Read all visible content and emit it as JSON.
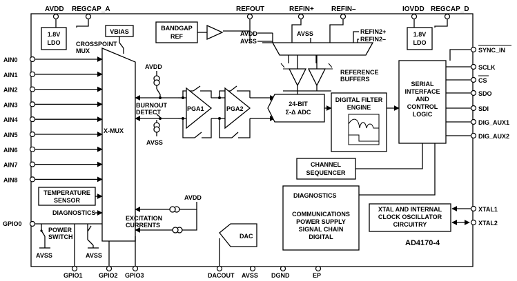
{
  "pins_top": {
    "avdd": "AVDD",
    "regcap_a": "REGCAP_A",
    "refout": "REFOUT",
    "refin_p": "REFIN+",
    "refin_m": "REFIN–",
    "iovdd": "IOVDD",
    "regcap_d": "REGCAP_D"
  },
  "pins_left": [
    "AIN0",
    "AIN1",
    "AIN2",
    "AIN3",
    "AIN4",
    "AIN5",
    "AIN6",
    "AIN7",
    "AIN8"
  ],
  "pin_gpio0": "GPIO0",
  "pins_bottom": {
    "gpio1": "GPIO1",
    "gpio2": "GPIO2",
    "gpio3": "GPIO3",
    "dacout": "DACOUT",
    "avss": "AVSS",
    "dgnd": "DGND",
    "ep": "EP"
  },
  "pins_right": {
    "sync_in": "SYNC_IN",
    "sclk": "SCLK",
    "cs": "CS",
    "sdo": "SDO",
    "sdi": "SDI",
    "dig_aux1": "DIG_AUX1",
    "dig_aux2": "DIG_AUX2",
    "xtal1": "XTAL1",
    "xtal2": "XTAL2"
  },
  "blocks": {
    "ldo_a": [
      "1.8V",
      "LDO"
    ],
    "ldo_d": [
      "1.8V",
      "LDO"
    ],
    "vbias": "VBIAS",
    "crosspoint_mux": [
      "CROSSPOINT",
      "MUX"
    ],
    "bandgap_ref": [
      "BANDGAP",
      "REF"
    ],
    "ref_mux_avdd": "AVDD",
    "ref_mux_avss": "AVSS",
    "ref_mux_avss2": "AVSS",
    "refin2_p": "REFIN2+",
    "refin2_m": "REFIN2–",
    "reference_buffers": [
      "REFERENCE",
      "BUFFERS"
    ],
    "burnout_avdd": "AVDD",
    "burnout_avss": "AVSS",
    "burnout_detect": [
      "BURNOUT",
      "DETECT"
    ],
    "pga1": "PGA1",
    "pga2": "PGA2",
    "adc": [
      "24-BIT",
      "Σ-Δ ADC"
    ],
    "digital_filter": [
      "DIGITAL FILTER",
      "ENGINE"
    ],
    "serial_interface": [
      "SERIAL",
      "INTERFACE",
      "AND",
      "CONTROL",
      "LOGIC"
    ],
    "xmux": "X-MUX",
    "temp_sensor": [
      "TEMPERATURE",
      "SENSOR"
    ],
    "diagnostics_left": "DIAGNOSTICS",
    "power_switch": [
      "POWER",
      "SWITCH"
    ],
    "avss_left": "AVSS",
    "avss_gpio1": "AVSS",
    "excitation": [
      "EXCITATION",
      "CURRENTS"
    ],
    "excitation_avdd": "AVDD",
    "channel_sequencer": [
      "CHANNEL",
      "SEQUENCER"
    ],
    "diagnostics_block": "DIAGNOSTICS",
    "diagnostics_list": [
      "COMMUNICATIONS",
      "POWER SUPPLY",
      "SIGNAL CHAIN",
      "DIGITAL"
    ],
    "dac": "DAC",
    "xtal": [
      "XTAL AND INTERNAL",
      "CLOCK OSCILLATOR",
      "CIRCUITRY"
    ],
    "part_number": "AD4170-4"
  }
}
